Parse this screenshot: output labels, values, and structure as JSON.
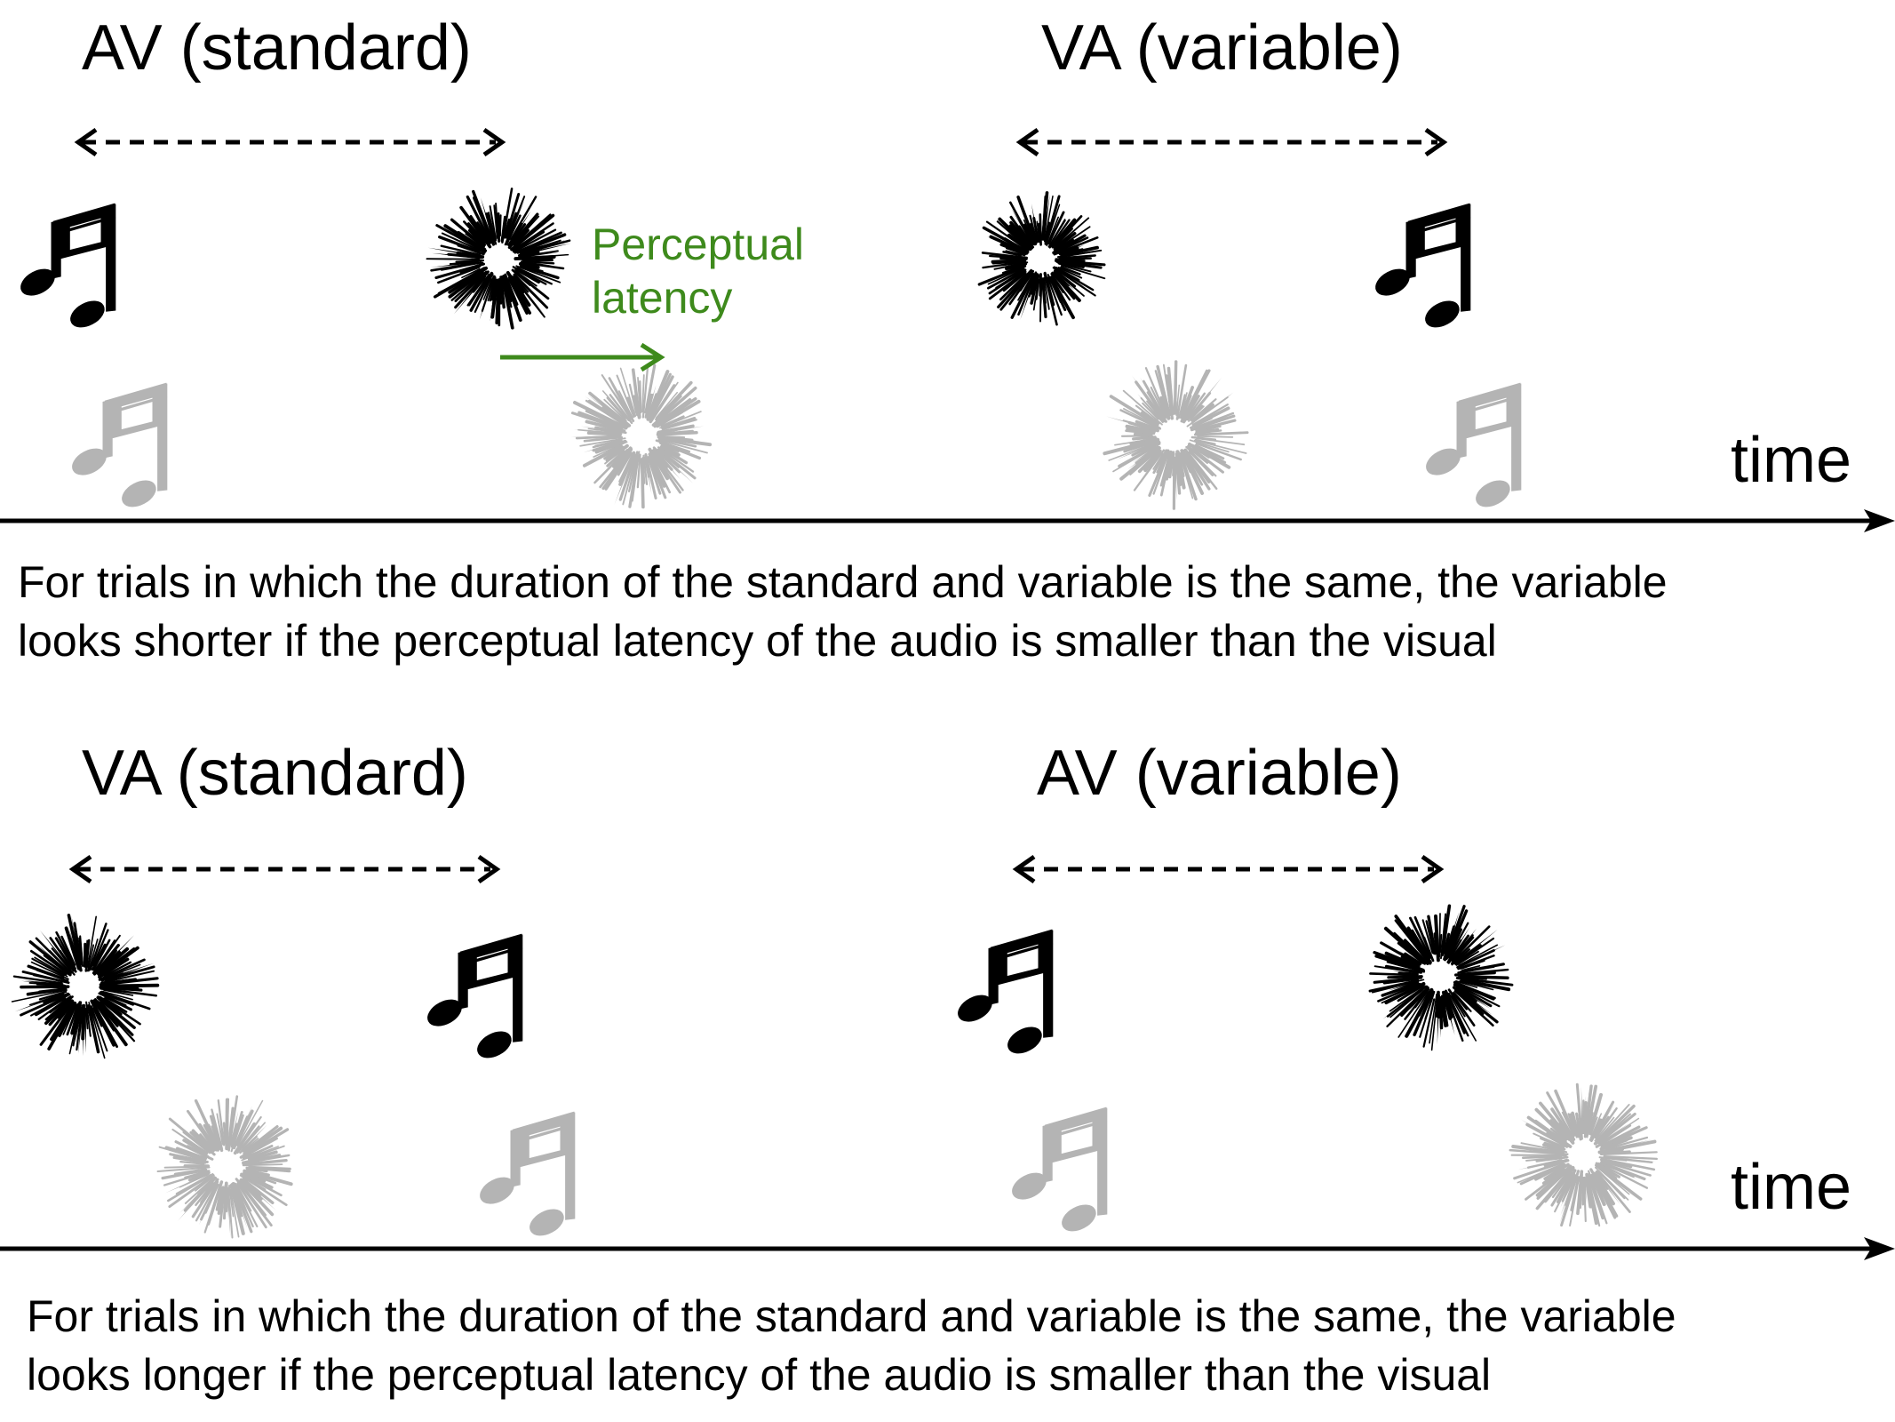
{
  "colors": {
    "ink": "#000000",
    "faded": "#b4b4b4",
    "latency": "#3e8a1c",
    "background": "#ffffff"
  },
  "icons": {
    "audio": "music-note-icon",
    "visual": "flash-burst-icon"
  },
  "panels": [
    {
      "standard_label": "AV (standard)",
      "variable_label": "VA (variable)",
      "axis_label": "time",
      "latency_label_line1": "Perceptual",
      "latency_label_line2": "latency",
      "caption_line1": "For trials in which the duration of the standard and variable is the same, the variable",
      "caption_line2": "looks shorter if the perceptual latency of the audio is smaller than the visual"
    },
    {
      "standard_label": "VA (standard)",
      "variable_label": "AV (variable)",
      "axis_label": "time",
      "caption_line1": "For trials in which the duration of the standard and variable is the same, the variable",
      "caption_line2": "looks longer if the perceptual latency of the audio is smaller than the visual"
    }
  ]
}
